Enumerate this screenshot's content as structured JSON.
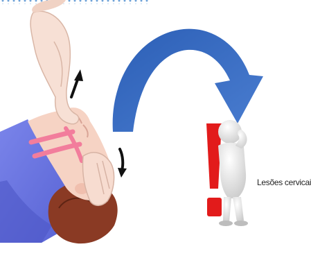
{
  "caption": {
    "text": "Lesões cervicais"
  },
  "icons": {
    "hand": "hand-illustration",
    "head": "patient-head-illustration",
    "arrow": "curved-arrow-icon",
    "exclamation": "exclamation-mark-icon",
    "figure": "thinking-figure-illustration"
  },
  "colors": {
    "arrow": "#3a6fc0",
    "exclamation": "#e21b1b",
    "shirt": "#6b74e0",
    "hair": "#8a3a24",
    "skin": "#f6d3c4",
    "blush": "#f27d9c"
  }
}
